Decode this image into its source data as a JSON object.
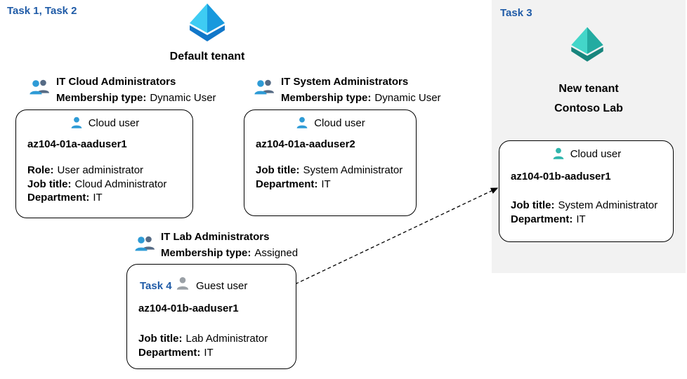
{
  "tasks": {
    "task12_label": "Task 1, Task 2",
    "task3_label": "Task 3",
    "task4_label": "Task 4"
  },
  "default_tenant": {
    "name": "Default tenant",
    "groups": [
      {
        "name": "IT Cloud Administrators",
        "membership_label": "Membership type:",
        "membership_value": "Dynamic User"
      },
      {
        "name": "IT System Administrators",
        "membership_label": "Membership type:",
        "membership_value": "Dynamic User"
      },
      {
        "name": "IT Lab Administrators",
        "membership_label": "Membership type:",
        "membership_value": "Assigned"
      }
    ],
    "cards": [
      {
        "user_type": "Cloud user",
        "username": "az104-01a-aaduser1",
        "fields": [
          {
            "label": "Role:",
            "value": "User administrator"
          },
          {
            "label": "Job title:",
            "value": "Cloud Administrator"
          },
          {
            "label": "Department:",
            "value": "IT"
          }
        ]
      },
      {
        "user_type": "Cloud user",
        "username": "az104-01a-aaduser2",
        "fields": [
          {
            "label": "Job title:",
            "value": "System Administrator"
          },
          {
            "label": "Department:",
            "value": "IT"
          }
        ]
      },
      {
        "user_type": "Guest user",
        "username": "az104-01b-aaduser1",
        "fields": [
          {
            "label": "Job title:",
            "value": "Lab Administrator"
          },
          {
            "label": "Department:",
            "value": "IT"
          }
        ]
      }
    ]
  },
  "new_tenant": {
    "name_line1": "New tenant",
    "name_line2": "Contoso Lab",
    "card": {
      "user_type": "Cloud user",
      "username": "az104-01b-aaduser1",
      "fields": [
        {
          "label": "Job title:",
          "value": "System Administrator"
        },
        {
          "label": "Department:",
          "value": "IT"
        }
      ]
    }
  },
  "colors": {
    "task_label": "#1F5BA7",
    "panel_bg": "#F2F2F2",
    "card_border": "#000000",
    "arrow": "#000000",
    "person_blue": "#2E9BD6",
    "person_teal": "#2FB5AC",
    "person_gray": "#9AA0A6",
    "group_front": "#2E9BD6",
    "group_back": "#566B85",
    "aad_blue_light": "#3ECCF3",
    "aad_blue_mid": "#1899DD",
    "aad_blue_dark": "#1177C9",
    "aad_teal_light": "#43D6C9",
    "aad_teal_mid": "#23ABA1",
    "aad_teal_dark": "#18857D"
  }
}
